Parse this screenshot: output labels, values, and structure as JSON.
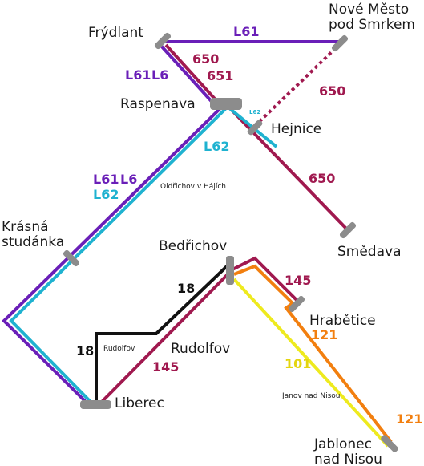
{
  "colors": {
    "L61": "#6a1fb8",
    "L6": "#6a1fb8",
    "L62": "#1fb2d0",
    "650": "#a0194f",
    "651": "#a0194f",
    "145": "#a0194f",
    "18": "#111111",
    "101": "#eeea1e",
    "121": "#f27f0f",
    "station": "#8c8c8c"
  },
  "stations": {
    "frydlant": "Frýdlant",
    "nove_mesto_1": "Nové Město",
    "nove_mesto_2": "pod Smrkem",
    "raspenava": "Raspenava",
    "hejnice": "Hejnice",
    "oldrichov": "Oldřichov v Hájích",
    "krasna_1": "Krásná",
    "krasna_2": "studánka",
    "smedava": "Smědava",
    "bedrichov": "Bedřichov",
    "hrabetice": "Hrabětice",
    "rudolfov_small": "Rudolfov",
    "rudolfov": "Rudolfov",
    "liberec": "Liberec",
    "janov": "Janov nad Nisou",
    "jablonec_1": "Jablonec",
    "jablonec_2": "nad Nisou"
  },
  "lines": {
    "l61_top": "L61",
    "l650_a": "650",
    "l651": "651",
    "l61_left": "L61",
    "l6_left": "L6",
    "l650_dotted": "650",
    "l62_small": "L62",
    "l62_mid": "L62",
    "l61_mid": "L61",
    "l6_mid": "L6",
    "l62_low": "L62",
    "l650_b": "650",
    "l145_a": "145",
    "l18_a": "18",
    "l18_b": "18",
    "l145_b": "145",
    "l121_a": "121",
    "l101": "101",
    "l121_b": "121"
  }
}
